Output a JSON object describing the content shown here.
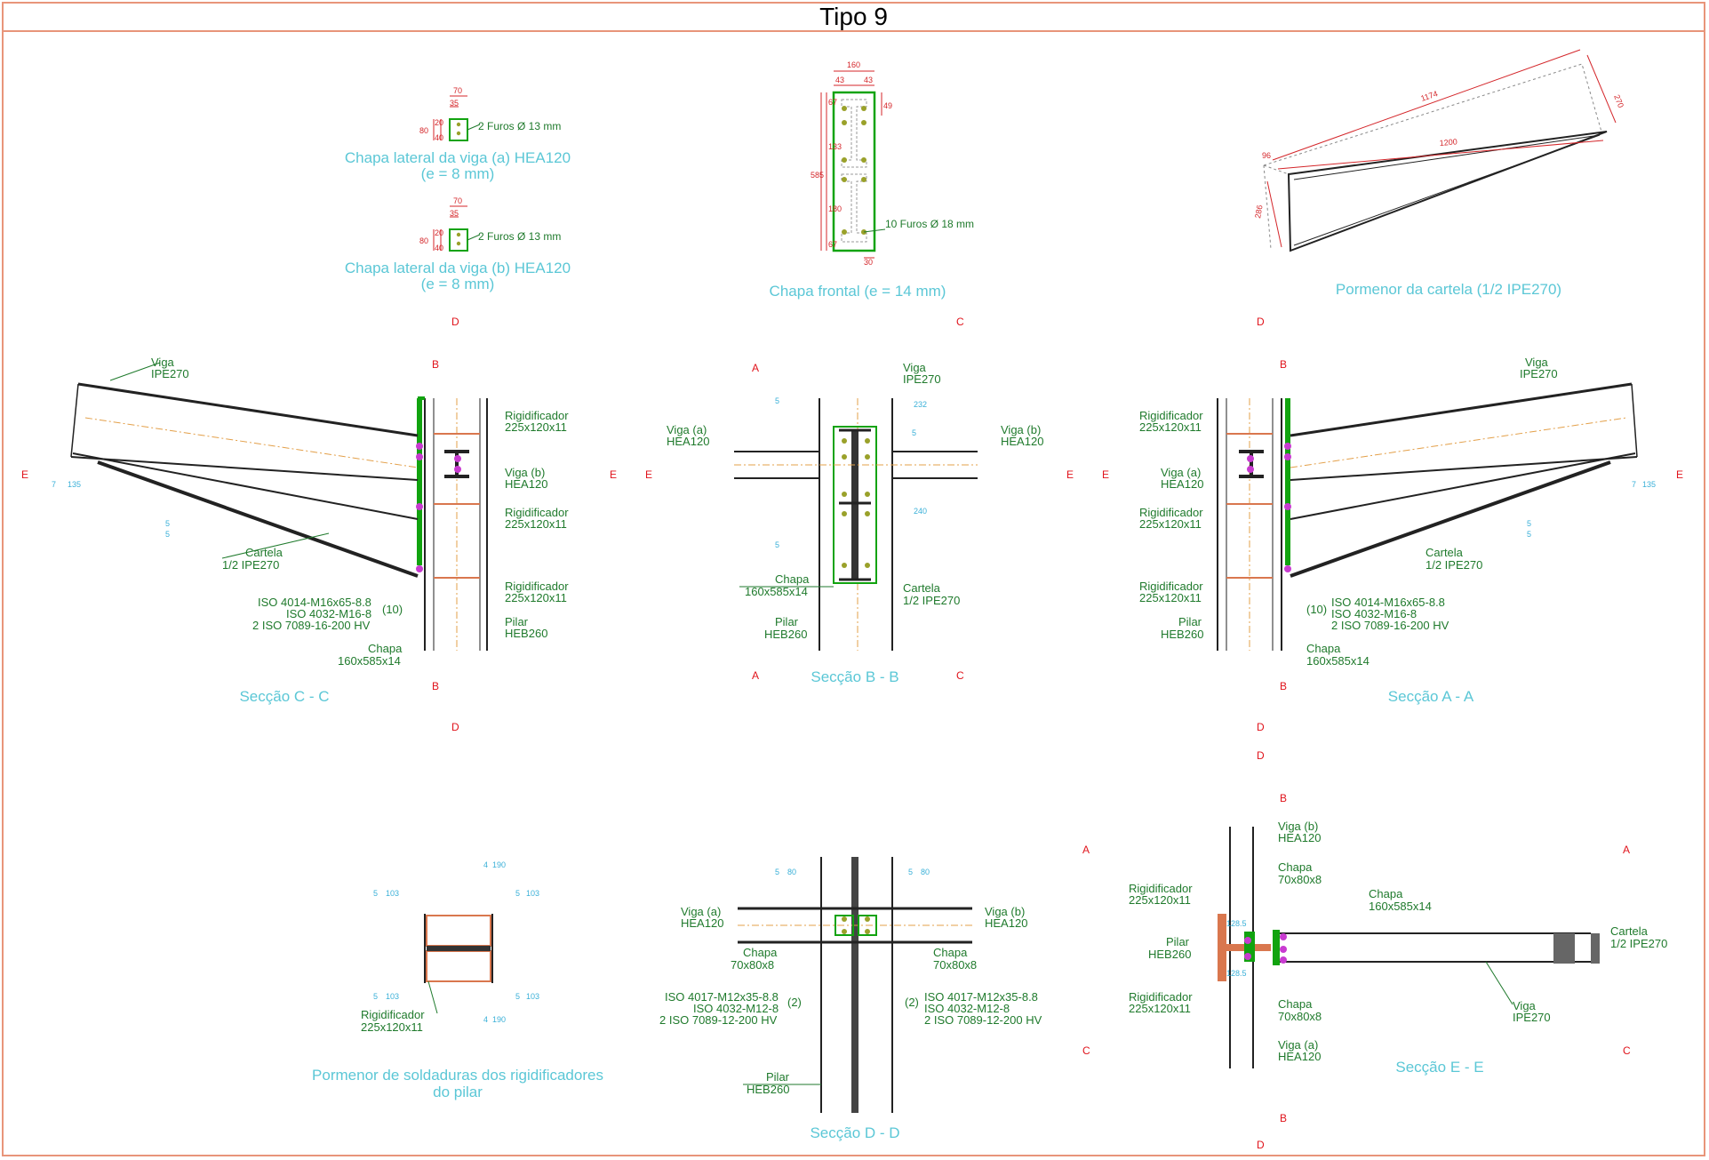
{
  "title": "Tipo 9",
  "captions": {
    "plate_a": "Chapa lateral da viga (a) HEA120",
    "plate_a_e": "(e = 8 mm)",
    "plate_b": "Chapa lateral da viga (b) HEA120",
    "plate_b_e": "(e = 8 mm)",
    "front_plate": "Chapa frontal (e = 14 mm)",
    "haunch": "Pormenor da cartela (1/2 IPE270)",
    "sec_cc": "Secção C - C",
    "sec_bb": "Secção B - B",
    "sec_aa": "Secção A - A",
    "welds1": "Pormenor de soldaduras dos rigidificadores",
    "welds2": "do pilar",
    "sec_dd": "Secção D - D",
    "sec_ee": "Secção E - E"
  },
  "notes": {
    "holes13": "2 Furos Ø 13 mm",
    "holes18": "10 Furos Ø 18 mm"
  },
  "dims": {
    "d70": "70",
    "d35": "35",
    "d80": "80",
    "d20": "20",
    "d40": "40",
    "d160": "160",
    "d43": "43",
    "d49": "49",
    "d67": "67",
    "d133": "133",
    "d585": "585",
    "d180": "180",
    "d30": "30",
    "d1174": "1174",
    "d1200": "1200",
    "d96": "96",
    "d270": "270",
    "d286": "286"
  },
  "labels": {
    "viga": "Viga",
    "ipe270": "IPE270",
    "viga_a": "Viga (a)",
    "viga_b": "Viga (b)",
    "hea120": "HEA120",
    "rigid": "Rigidificador",
    "rigid_size": "225x120x11",
    "cartela": "Cartela",
    "half_ipe270": "1/2  IPE270",
    "pilar": "Pilar",
    "heb260": "HEB260",
    "chapa": "Chapa",
    "chapa_size": "160x585x14",
    "chapa70": "70x80x8",
    "iso1a": "ISO   4014-M16x65-8.8",
    "iso1b": "ISO   4032-M16-8",
    "iso1c": "2  ISO  7089-16-200  HV",
    "n10": "(10)",
    "iso2a": "ISO   4017-M12x35-8.8",
    "iso2b": "ISO   4032-M12-8",
    "iso2c": "2  ISO  7089-12-200  HV",
    "n2": "(2)"
  },
  "marks": {
    "A": "A",
    "B": "B",
    "C": "C",
    "D": "D",
    "E": "E"
  },
  "welds": {
    "w5": "5",
    "w7": "7",
    "w135": "135",
    "w232": "232",
    "w240": "240",
    "w80": "80",
    "w103": "103",
    "w4": "4",
    "w190": "190",
    "w1285": "128.5"
  },
  "colors": {
    "frame": "#e8957a",
    "caption": "#5bc7d6",
    "label": "#1f7a2c",
    "section_mark": "#e0131b",
    "weld": "#3ab0d8",
    "plate": "#11a30f",
    "bolt": "#9aa12a",
    "stiffener": "#d9774e"
  }
}
